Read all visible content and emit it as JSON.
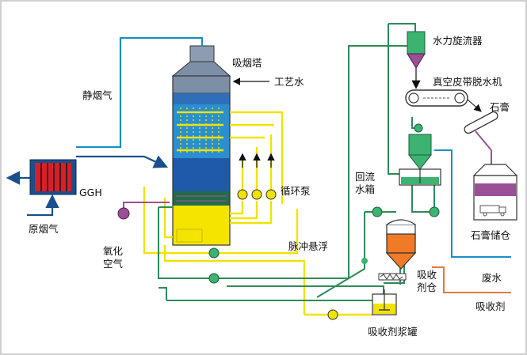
{
  "labels": {
    "absorber": "吸烟塔",
    "process_water": "工艺水",
    "clean_gas": "静烟气",
    "ggh": "GGH",
    "raw_gas": "原烟气",
    "circ_pump": "循环泵",
    "oxid_air_1": "氧化",
    "oxid_air_2": "空气",
    "pulse": "脉冲悬浮",
    "hydrocyclone": "水力旋流器",
    "vacuum_filter": "真空皮带脱水机",
    "gypsum": "石膏",
    "return_tank_1": "回流",
    "return_tank_2": "水箱",
    "gypsum_store": "石膏储仓",
    "absorbent_silo_1": "吸收",
    "absorbent_silo_2": "剂仓",
    "waste_water": "废水",
    "absorbent": "吸收剂",
    "slurry_tank": "吸收剂浆罐"
  },
  "colors": {
    "flue_gas_line": "#1a8fc4",
    "recycle_line": "#2e8b57",
    "slurry_line": "#f2e200",
    "absorbent_line": "#e07a3c",
    "pump": "#f2e200",
    "valve": "#3cb371",
    "oxidation_air": "#9b4f96",
    "ggh_red": "#d81e28",
    "tower_gray": "#7d8fa6",
    "tower_blue": "#1e5aa8",
    "tower_yellow": "#f5e400",
    "cyclone_green": "#3cb371",
    "silo_orange": "#f07a28"
  }
}
